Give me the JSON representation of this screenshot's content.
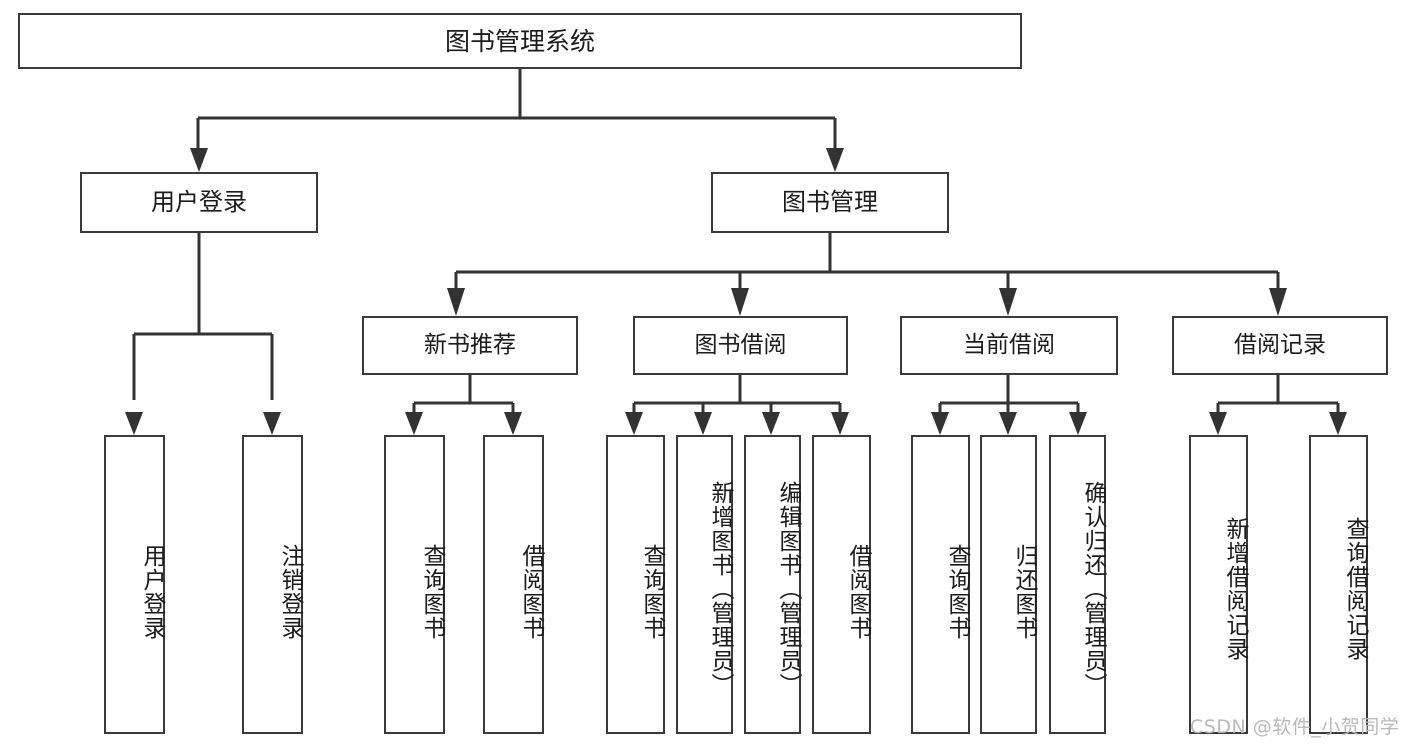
{
  "diagram": {
    "title": "图书管理系统",
    "type": "hierarchy-tree",
    "root": {
      "id": "root",
      "label": "图书管理系统"
    },
    "level2": [
      {
        "id": "user-login",
        "label": "用户登录"
      },
      {
        "id": "book-manage",
        "label": "图书管理"
      }
    ],
    "level3": [
      {
        "id": "new-book-recommend",
        "label": "新书推荐",
        "parent": "book-manage"
      },
      {
        "id": "book-borrow",
        "label": "图书借阅",
        "parent": "book-manage"
      },
      {
        "id": "current-borrow",
        "label": "当前借阅",
        "parent": "book-manage"
      },
      {
        "id": "borrow-record",
        "label": "借阅记录",
        "parent": "book-manage"
      }
    ],
    "leaves": [
      {
        "id": "leaf-user-login",
        "label": "用户登录",
        "parent": "user-login"
      },
      {
        "id": "leaf-user-logout",
        "label": "注销登录",
        "parent": "user-login"
      },
      {
        "id": "leaf-query-book-1",
        "label": "查询图书",
        "parent": "new-book-recommend"
      },
      {
        "id": "leaf-borrow-book-1",
        "label": "借阅图书",
        "parent": "new-book-recommend"
      },
      {
        "id": "leaf-query-book-2",
        "label": "查询图书",
        "parent": "book-borrow"
      },
      {
        "id": "leaf-add-book",
        "label": "新增图书（管理员）",
        "parent": "book-borrow"
      },
      {
        "id": "leaf-edit-book",
        "label": "编辑图书（管理员）",
        "parent": "book-borrow"
      },
      {
        "id": "leaf-borrow-book-2",
        "label": "借阅图书",
        "parent": "book-borrow"
      },
      {
        "id": "leaf-query-book-3",
        "label": "查询图书",
        "parent": "current-borrow"
      },
      {
        "id": "leaf-return-book",
        "label": "归还图书",
        "parent": "current-borrow"
      },
      {
        "id": "leaf-confirm-return",
        "label": "确认归还（管理员）",
        "parent": "current-borrow"
      },
      {
        "id": "leaf-add-record",
        "label": "新增借阅记录",
        "parent": "borrow-record"
      },
      {
        "id": "leaf-query-record",
        "label": "查询借阅记录",
        "parent": "borrow-record"
      }
    ],
    "colors": {
      "box_border": "#3a3a3a",
      "box_fill": "#ffffff",
      "connector": "#333333",
      "text": "#1b1b1b",
      "watermark": "#b9b9b9"
    }
  },
  "watermark": {
    "text": "CSDN @软件_小贺同学"
  }
}
